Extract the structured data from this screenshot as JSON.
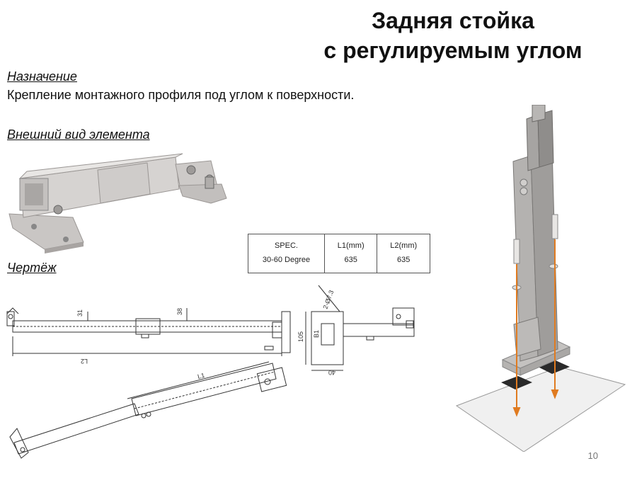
{
  "title": {
    "line1": "Задняя стойка",
    "line2": "с регулируемым углом"
  },
  "purpose": {
    "heading": "Назначение",
    "text": "Крепление монтажного профиля под углом к поверхности."
  },
  "appearance": {
    "heading": "Внешний вид элемента"
  },
  "drawing": {
    "heading": "Чертёж"
  },
  "spec_table": {
    "headers": [
      "SPEC.",
      "L1(mm)",
      "L2(mm)"
    ],
    "row": [
      "30-60 Degree",
      "635",
      "635"
    ]
  },
  "dimensions": {
    "d31": "31",
    "d38": "38",
    "l2": "L2",
    "l1": "L1",
    "d105": "105",
    "b1": "B1",
    "d40": "40",
    "hole": "2-Ø7.3"
  },
  "page_number": "10",
  "colors": {
    "metal": "#b9b6b4",
    "arrow": "#e07b20",
    "pad": "#2a2a2a"
  }
}
